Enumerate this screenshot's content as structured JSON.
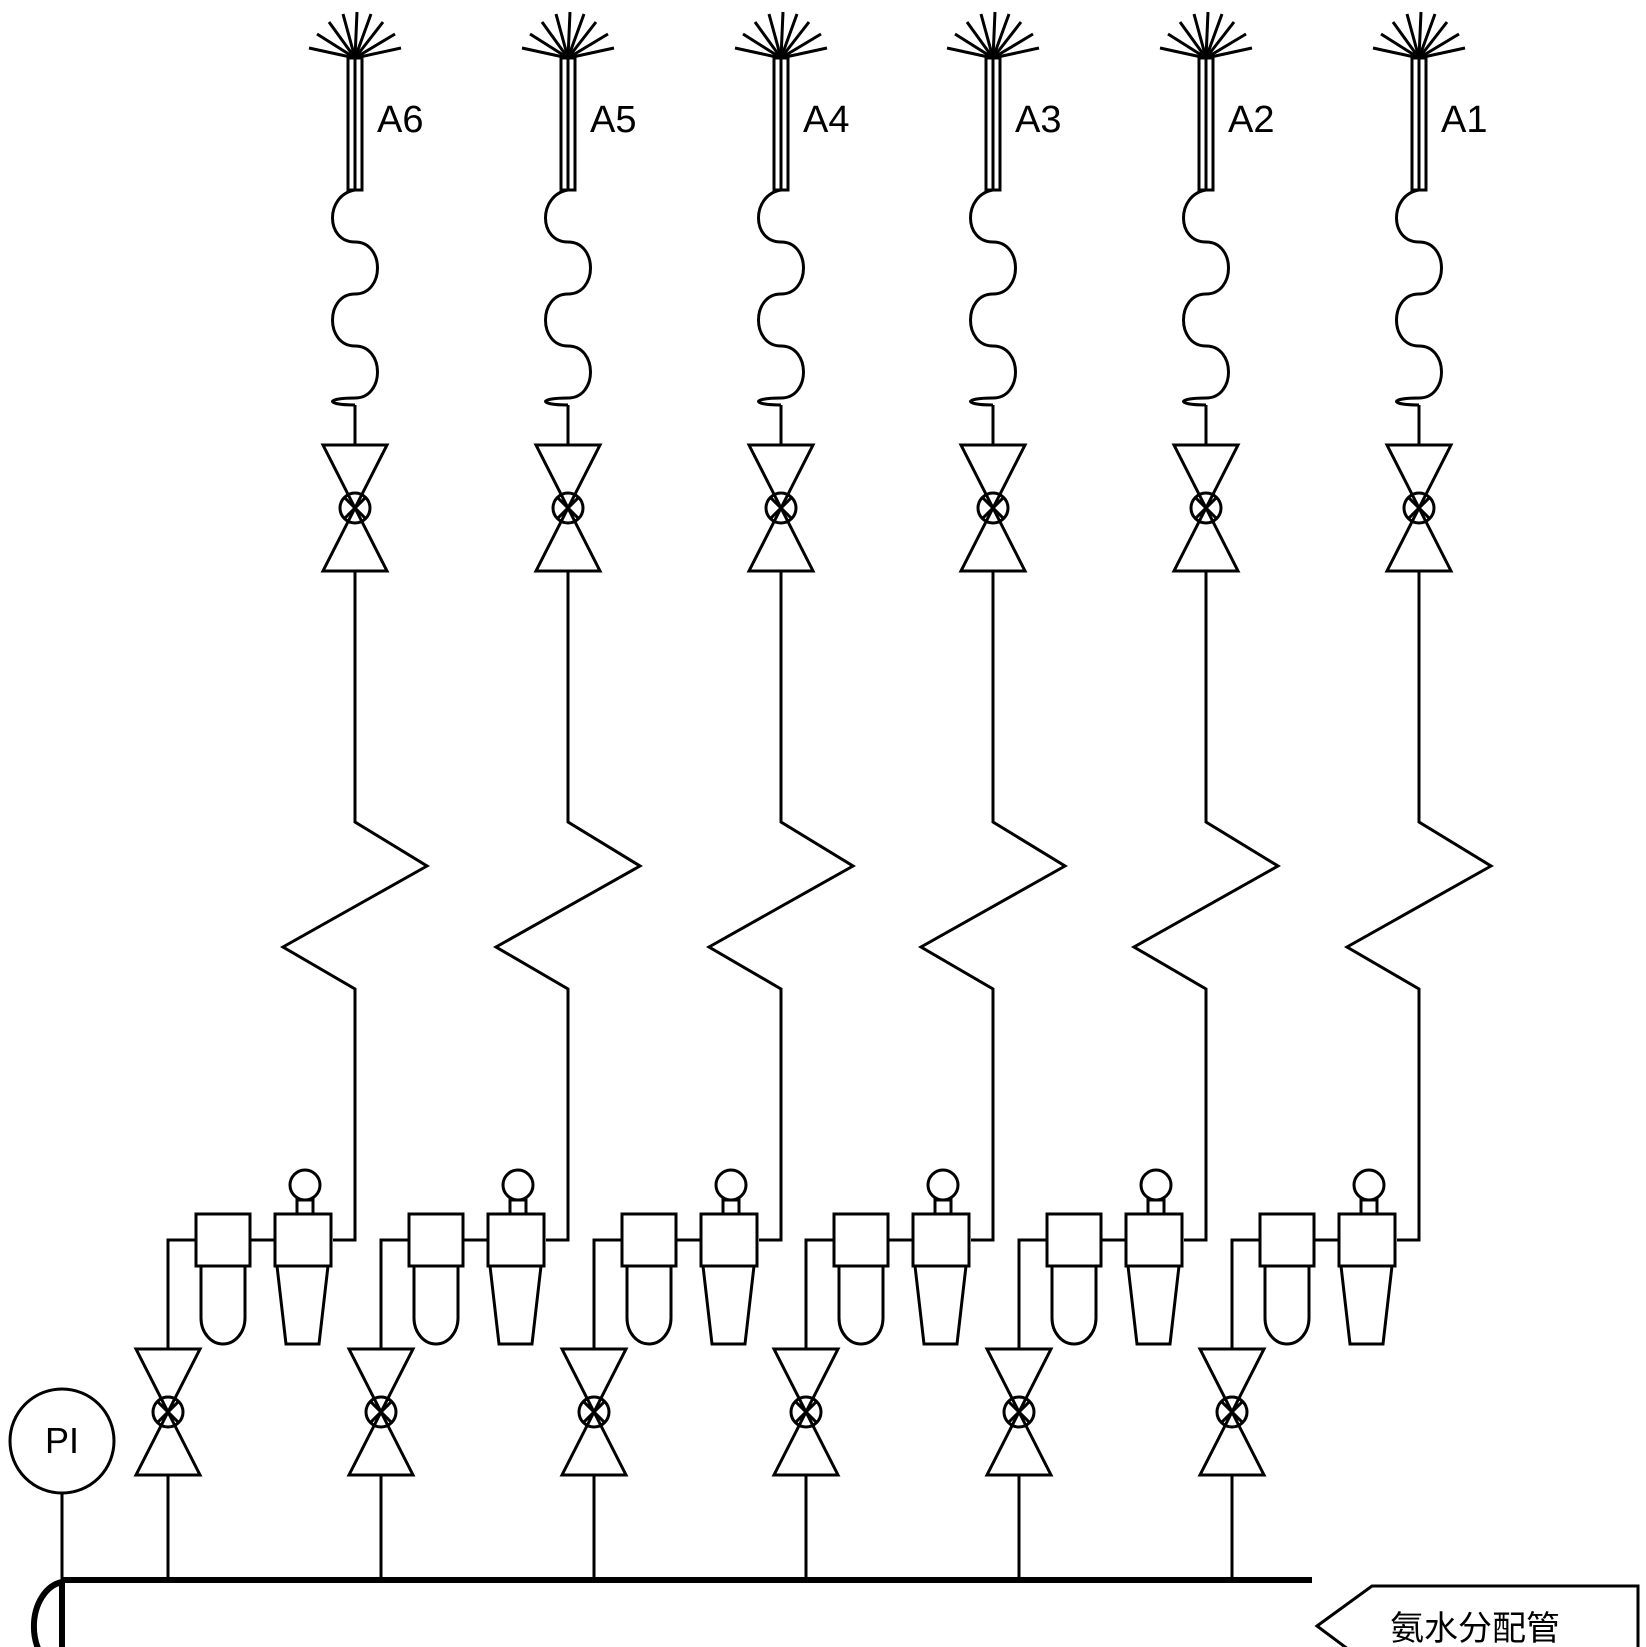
{
  "branches": [
    {
      "label": "A6"
    },
    {
      "label": "A5"
    },
    {
      "label": "A4"
    },
    {
      "label": "A3"
    },
    {
      "label": "A2"
    },
    {
      "label": "A1"
    }
  ],
  "pressure_indicator": {
    "label": "PI"
  },
  "header_pipe": {
    "label": "氨水分配管"
  }
}
